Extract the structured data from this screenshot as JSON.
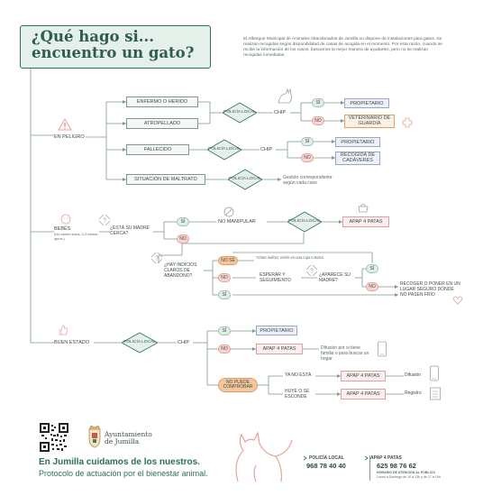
{
  "title": {
    "line1": "¿Qué hago si...",
    "line2": "encuentro un gato?"
  },
  "intro": "El Albergue Municipal de Animales Abandonados de Jumilla no dispone de instalaciones para gatos. Se realizan recogidas según disponibilidad de casas de acogida en el momento. Por esta razón, cuando se recibe la información de los casos, buscamos la mejor manera de ayudarles, pero no se realizan recogidas inmediatas.",
  "danger": {
    "label": "EN PELIGRO",
    "injured": "ENFERMO O HERIDO",
    "runover": "ATROPELLADO",
    "deceased": "FALLECIDO",
    "abuse": "SITUACIÓN DE MALTRATO",
    "police": "POLICÍA LOCAL",
    "chip": "CHIP",
    "yes": "SÍ",
    "no": "NO",
    "owner": "PROPIETARIO",
    "vet": "VETERINARIO DE GUARDIA",
    "pickup": "RECOGIDA DE CADÁVERES",
    "abuse_action": "Gestión correspondiente según cada caso"
  },
  "babies": {
    "label": "BEBÉS",
    "sublabel": "(No comen solos. 0-2 meses aprox.)",
    "q_mother": "¿ESTÁ SU MADRE CERCA?",
    "yes": "SÍ",
    "no": "NO",
    "no_handle": "NO MANIPULAR",
    "police": "POLICÍA LOCAL",
    "apap": "APAP 4 PATAS",
    "q_abandon": "¿HAY INDICIOS CLAROS DE ABANDONO?",
    "not_sure": "NO SÉ",
    "clear_signs": "*Claro indicio: estén en una caja o bolsa",
    "wait_follow": "ESPERAR Y SEGUIMIENTO",
    "q_appear": "¿APARECE SU MADRE?",
    "collect": "RECOGER O PONER EN UN LUGAR SEGURO DONDE NO PASEN FRÍO"
  },
  "good": {
    "label": "BUEN ESTADO",
    "police": "POLICÍA LOCAL",
    "chip": "CHIP",
    "yes": "SÍ",
    "no": "NO",
    "owner": "PROPIETARIO",
    "apap": "APAP 4 PATAS",
    "spread": "Difusión por si tiene familia o para buscar un hogar",
    "cannot": "NO PUEDE COMPROBAR",
    "gone": "YA NO ESTÁ",
    "hide": "HUYE O SE ESCONDE",
    "apap2": "APAP 4 PATAS",
    "apap3": "APAP 4 PATAS",
    "diffusion": "Difusión",
    "register": "Registro"
  },
  "footer": {
    "org1": "Ayuntamiento",
    "org2": "de Jumilla",
    "main": "En Jumilla cuidamos de los nuestros.",
    "sub": "Protocolo de actuación por el bienestar animal.",
    "police_name": "POLICÍA LOCAL",
    "police_phone": "968 78 40 40",
    "apap_name": "APAP 4 PATAS",
    "apap_phone": "625 98 76 62",
    "hours_title": "HORARIO DE ATENCIÓN AL PÚBLICO",
    "hours": "Lunes a Domingo de 10 a 13h y de 17 a 19h"
  },
  "colors": {
    "primary": "#2d6e5e",
    "line": "#7e9a8d",
    "pink": "#e6a29a",
    "orange": "#e59c62",
    "blue": "#9aa5c8"
  }
}
